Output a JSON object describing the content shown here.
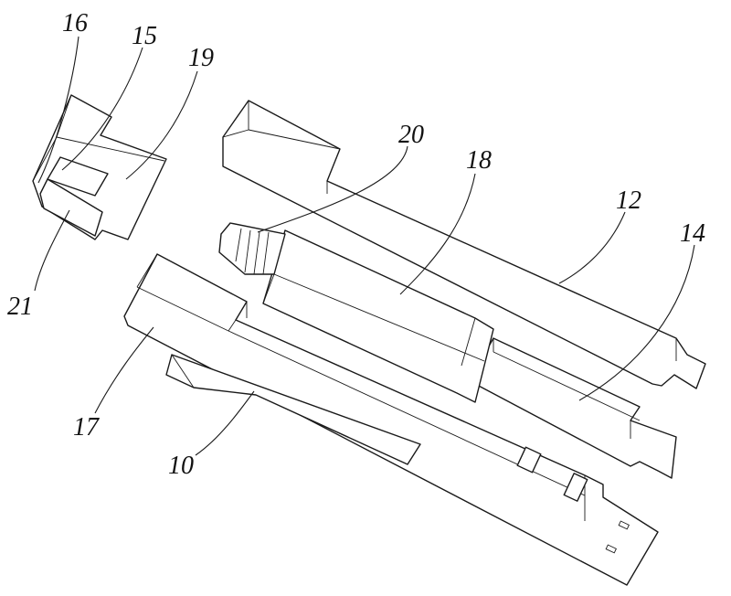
{
  "figure": {
    "background": "#ffffff",
    "line_color": "#1a1a1a"
  },
  "labels": {
    "l16": "16",
    "l15": "15",
    "l19": "19",
    "l20": "20",
    "l18": "18",
    "l12": "12",
    "l14": "14",
    "l21": "21",
    "l17": "17",
    "l10": "10"
  }
}
